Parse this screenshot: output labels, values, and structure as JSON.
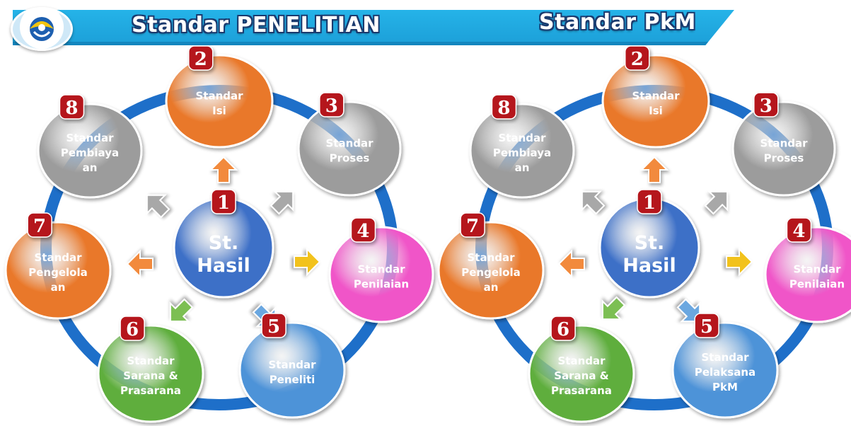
{
  "titles": {
    "left": "Standar PENELITIAN",
    "right": "Standar PkM"
  },
  "logo": {
    "icon": "tut-wuri-handayani-logo-icon"
  },
  "colors": {
    "ring": "#1e6fc9",
    "orange": "#e9782a",
    "gray": "#9c9c9c",
    "pink": "#f055c8",
    "blue_light": "#4e93d8",
    "green": "#5fae3e",
    "center": "#3c6fc7",
    "badge": "#b5161b"
  },
  "diagrams": [
    {
      "id": "penelitian",
      "center": {
        "num": "1",
        "lines": [
          "St.",
          "Hasil"
        ]
      },
      "nodes": [
        {
          "num": "2",
          "lines": [
            "Standar",
            "Isi"
          ],
          "color": "orange"
        },
        {
          "num": "3",
          "lines": [
            "Standar",
            "Proses"
          ],
          "color": "gray"
        },
        {
          "num": "4",
          "lines": [
            "Standar",
            "Penilaian"
          ],
          "color": "pink"
        },
        {
          "num": "5",
          "lines": [
            "Standar",
            "Peneliti"
          ],
          "color": "blue_light"
        },
        {
          "num": "6",
          "lines": [
            "Standar",
            "Sarana &",
            "Prasarana"
          ],
          "color": "green"
        },
        {
          "num": "7",
          "lines": [
            "Standar",
            "Pengelola",
            "an"
          ],
          "color": "orange"
        },
        {
          "num": "8",
          "lines": [
            "Standar",
            "Pembiaya",
            "an"
          ],
          "color": "gray"
        }
      ]
    },
    {
      "id": "pkm",
      "center": {
        "num": "1",
        "lines": [
          "St.",
          "Hasil"
        ]
      },
      "nodes": [
        {
          "num": "2",
          "lines": [
            "Standar",
            "Isi"
          ],
          "color": "orange"
        },
        {
          "num": "3",
          "lines": [
            "Standar",
            "Proses"
          ],
          "color": "gray"
        },
        {
          "num": "4",
          "lines": [
            "Standar",
            "Penilaian"
          ],
          "color": "pink"
        },
        {
          "num": "5",
          "lines": [
            "Standar",
            "Pelaksana",
            "PkM"
          ],
          "color": "blue_light"
        },
        {
          "num": "6",
          "lines": [
            "Standar",
            "Sarana &",
            "Prasarana"
          ],
          "color": "green"
        },
        {
          "num": "7",
          "lines": [
            "Standar",
            "Pengelola",
            "an"
          ],
          "color": "orange"
        },
        {
          "num": "8",
          "lines": [
            "Standar",
            "Pembiaya",
            "an"
          ],
          "color": "gray"
        }
      ]
    }
  ]
}
